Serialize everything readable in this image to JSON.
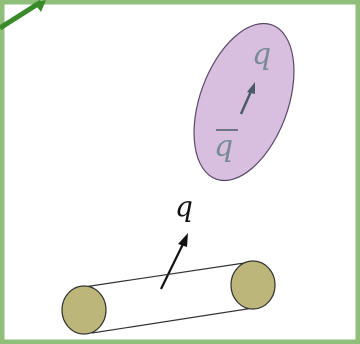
{
  "colors": {
    "background": "#ffffff",
    "outer_border": "#8fbf7a",
    "corner_arrow": "#3a8a2a",
    "ellipse_fill": "#d8bfe0",
    "ellipse_stroke": "#5a4a6a",
    "ellipse_text": "#7a8a9a",
    "ellipse_text_dark": "#4a5a6a",
    "cylinder_end_fill": "#bdb67a",
    "cylinder_stroke": "#333333",
    "label_color": "#111111"
  },
  "labels": {
    "ellipse_top": "q",
    "ellipse_bottom": "q",
    "middle": "q"
  },
  "icons": {
    "corner": "diagonal-arrow-icon",
    "ellipse_arrow": "up-right-arrow-icon",
    "cylinder_arrow": "up-right-arrow-icon"
  }
}
